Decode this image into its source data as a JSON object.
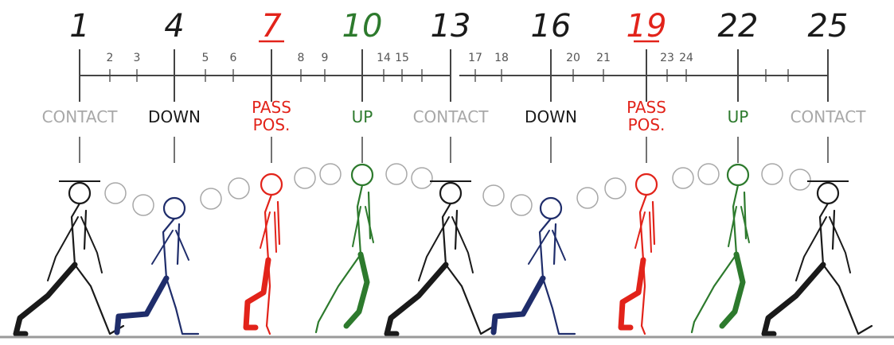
{
  "colors": {
    "black": "#1a1a1a",
    "navy": "#1f2d6b",
    "red": "#e2231a",
    "green": "#2d7a2d",
    "ghost": "#a8a8a8",
    "line": "#444444",
    "ground": "#9a9a9a"
  },
  "keyframes": [
    {
      "num": "1",
      "color": "black"
    },
    {
      "num": "4",
      "color": "black"
    },
    {
      "num": "7",
      "color": "red"
    },
    {
      "num": "10",
      "color": "green"
    },
    {
      "num": "13",
      "color": "black"
    },
    {
      "num": "16",
      "color": "black"
    },
    {
      "num": "19",
      "color": "red"
    },
    {
      "num": "22",
      "color": "black"
    },
    {
      "num": "25",
      "color": "black"
    }
  ],
  "inbetweens": [
    "2",
    "3",
    "5",
    "6",
    "8",
    "9",
    "14",
    "15",
    "17",
    "18",
    "20",
    "21",
    "23",
    "24"
  ],
  "poses": [
    {
      "label": "CONTACT",
      "color": "ghost"
    },
    {
      "label": "DOWN",
      "color": "black"
    },
    {
      "label": "PASS POS.",
      "line1": "PASS",
      "line2": "POS.",
      "color": "red"
    },
    {
      "label": "UP",
      "color": "green"
    },
    {
      "label": "CONTACT",
      "color": "ghost"
    },
    {
      "label": "DOWN",
      "color": "black"
    },
    {
      "label": "PASS POS.",
      "line1": "PASS",
      "line2": "POS.",
      "color": "red"
    },
    {
      "label": "UP",
      "color": "green"
    },
    {
      "label": "CONTACT",
      "color": "ghost"
    }
  ],
  "figures": [
    {
      "pose": "contact",
      "color": "black"
    },
    {
      "pose": "down",
      "color": "navy"
    },
    {
      "pose": "pass",
      "color": "red"
    },
    {
      "pose": "up",
      "color": "green"
    },
    {
      "pose": "contact",
      "color": "black"
    },
    {
      "pose": "down",
      "color": "navy"
    },
    {
      "pose": "pass",
      "color": "red"
    },
    {
      "pose": "up",
      "color": "green"
    },
    {
      "pose": "contact",
      "color": "black"
    }
  ]
}
